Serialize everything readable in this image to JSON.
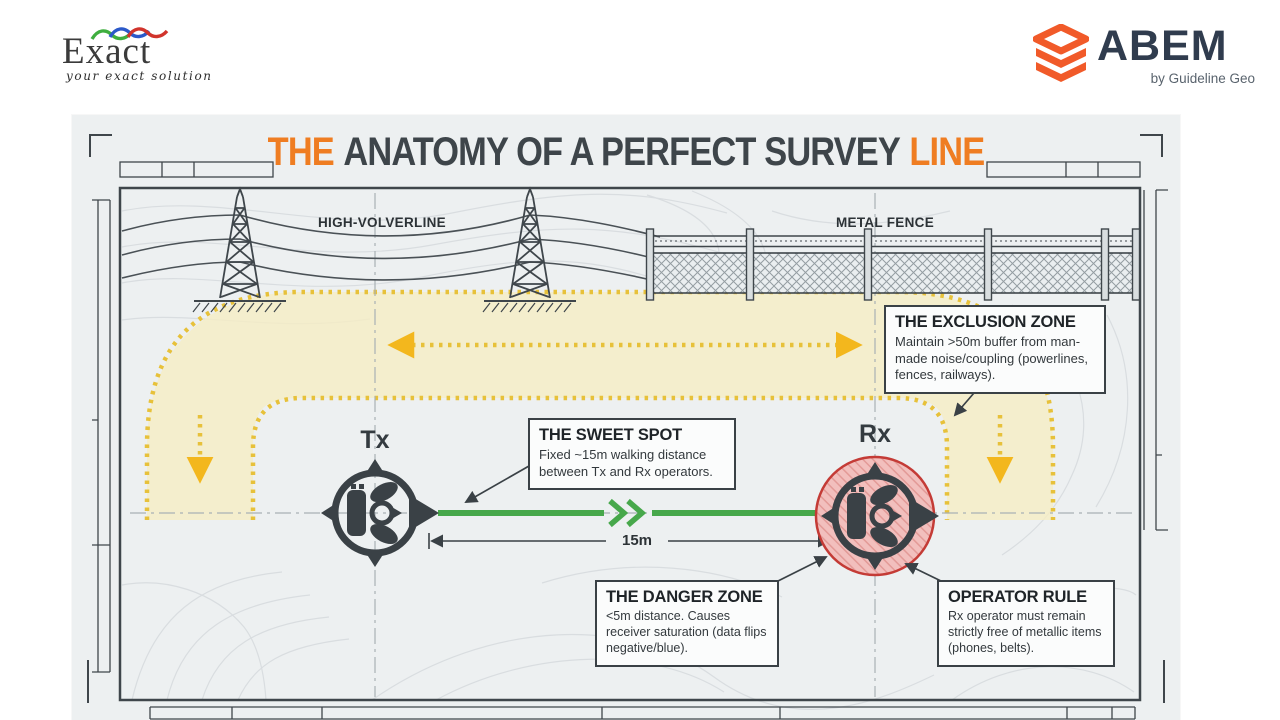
{
  "header": {
    "exact_logo": {
      "name": "Exact",
      "tagline": "your exact solution"
    },
    "abem_logo": {
      "name": "ABEM",
      "byline": "by Guideline Geo"
    }
  },
  "poster": {
    "title": {
      "lead": "THE",
      "middle": "ANATOMY OF A PERFECT SURVEY",
      "tail": "LINE"
    },
    "labels": {
      "powerline": "HIGH-VOLVERLINE",
      "fence": "METAL FENCE",
      "tx": "Tx",
      "rx": "Rx",
      "distance": "15m"
    },
    "callouts": {
      "sweet_spot": {
        "title": "THE SWEET SPOT",
        "body": "Fixed ~15m walking distance between Tx and Rx operators."
      },
      "exclusion_zone": {
        "title": "THE EXCLUSION ZONE",
        "body": "Maintain >50m buffer from man-made noise/coupling (powerlines, fences, railways)."
      },
      "danger_zone": {
        "title": "THE DANGER ZONE",
        "body": "<5m distance. Causes receiver saturation (data flips negative/blue)."
      },
      "operator_rule": {
        "title": "OPERATOR RULE",
        "body": "Rx operator must remain strictly free of metallic items (phones, belts)."
      }
    },
    "colors": {
      "accent_orange": "#EF7D22",
      "ink": "#3F464B",
      "zone_fill": "#F5EDC4",
      "zone_dot": "#E7C13A",
      "arrow_gold": "#F3B71D",
      "survey_green": "#47A84B",
      "danger_red": "#C43B36",
      "danger_pink": "#F2BFBD",
      "abem_orange": "#F15A29",
      "abem_navy": "#303C4E"
    }
  }
}
